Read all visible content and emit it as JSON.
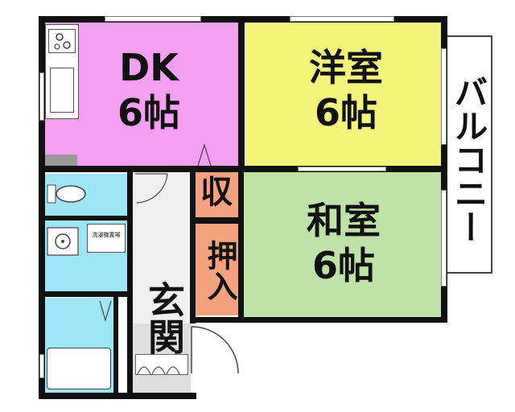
{
  "colors": {
    "dk": "#f3a0f2",
    "western": "#f4f37a",
    "japanese": "#bfe3a7",
    "storage": "#f5a37c",
    "wet": "#9ee6f6",
    "entrance": "#f0f0f0",
    "balcony": "#ffffff",
    "wall": "#111111"
  },
  "rooms": {
    "dk": {
      "line1": "DK",
      "line2": "6帖"
    },
    "western": {
      "line1": "洋室",
      "line2": "6帖"
    },
    "japanese": {
      "line1": "和室",
      "line2": "6帖"
    },
    "closet": {
      "label": "収"
    },
    "oshiire": {
      "label": "押入"
    },
    "entrance": {
      "label": "玄関"
    },
    "balcony": {
      "label": "バルコニー"
    },
    "laundry": {
      "label": "洗濯機置場"
    }
  }
}
